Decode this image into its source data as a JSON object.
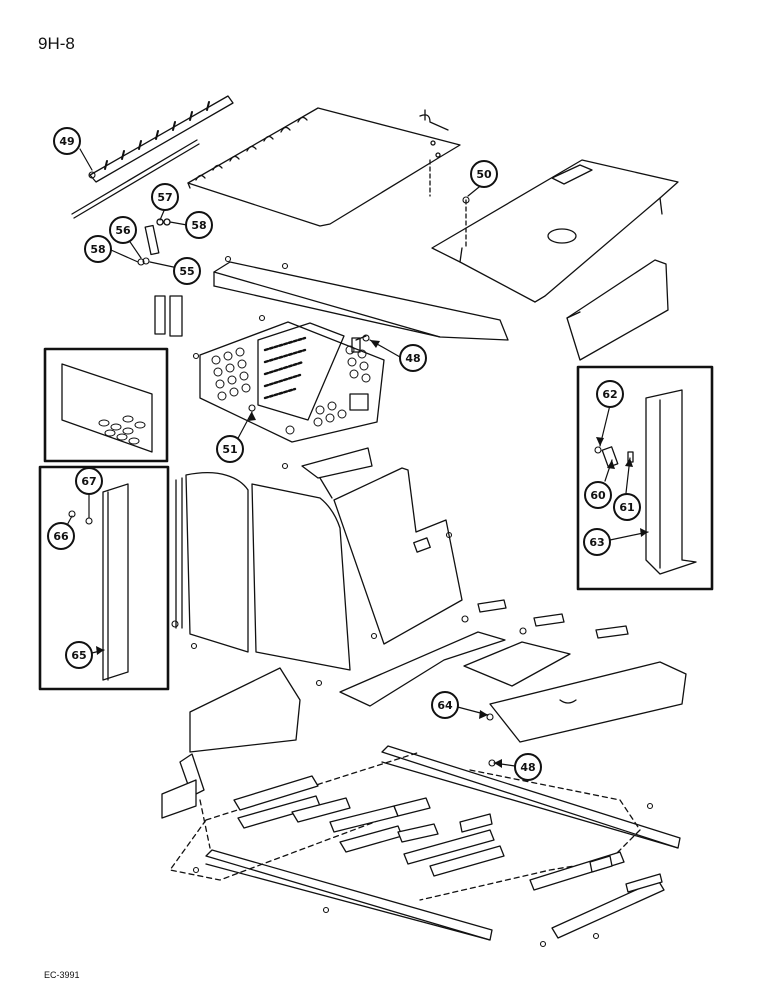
{
  "page_number": "9H-8",
  "footer_code": "EC-3991",
  "callouts": [
    "49",
    "50",
    "57",
    "58",
    "56",
    "58",
    "55",
    "48",
    "51",
    "62",
    "67",
    "66",
    "60",
    "61",
    "63",
    "65",
    "64",
    "48"
  ]
}
